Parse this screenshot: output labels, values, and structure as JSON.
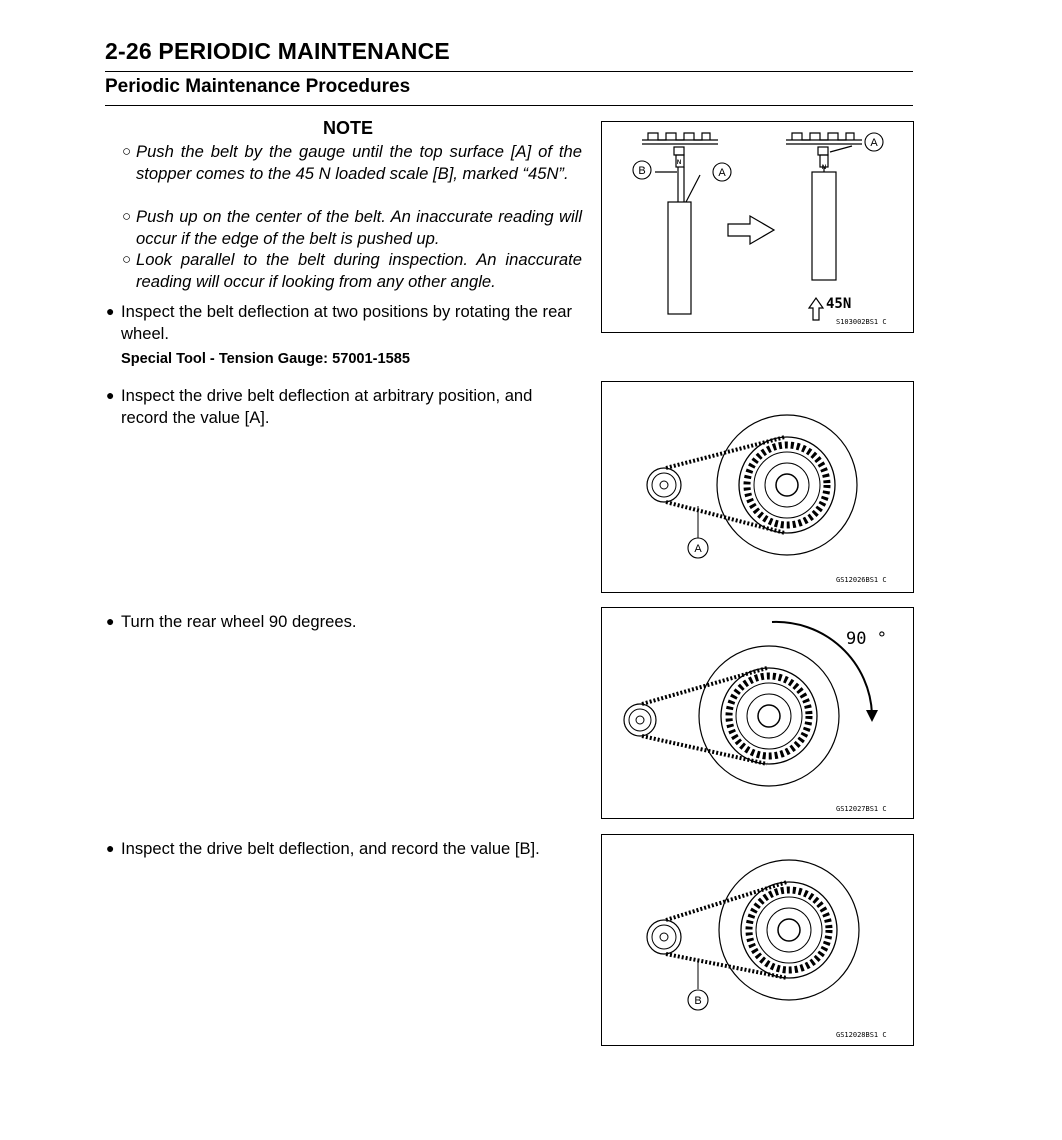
{
  "header": {
    "title": "2-26 PERIODIC MAINTENANCE",
    "subtitle": "Periodic Maintenance Procedures"
  },
  "note": {
    "heading": "NOTE",
    "items": [
      "Push the belt by the gauge until the top surface [A] of the stopper comes to the 45 N loaded scale [B], marked “45N”.",
      "Push up on the center of the belt. An inaccurate reading will occur if the edge of the belt is pushed up.",
      "Look parallel to the belt during inspection. An inaccurate reading will occur if looking from any other angle."
    ]
  },
  "steps": [
    "Inspect the belt deflection at two positions by rotating the rear wheel.",
    "Inspect the drive belt deflection at arbitrary position, and record the value [A].",
    "Turn the rear wheel 90 degrees.",
    "Inspect the drive belt deflection, and record the value [B]."
  ],
  "special_tool": "Special Tool -  Tension Gauge: 57001-1585",
  "figures": {
    "gauge": {
      "code": "S103002BS1  C",
      "label_a": "A",
      "label_b": "B",
      "label_n": "N",
      "scale": "45N"
    },
    "wheel_a": {
      "code": "GS12026BS1  C",
      "label": "A"
    },
    "wheel_rot": {
      "code": "GS12027BS1  C",
      "angle": "90 °"
    },
    "wheel_b": {
      "code": "GS12028BS1  C",
      "label": "B"
    }
  }
}
